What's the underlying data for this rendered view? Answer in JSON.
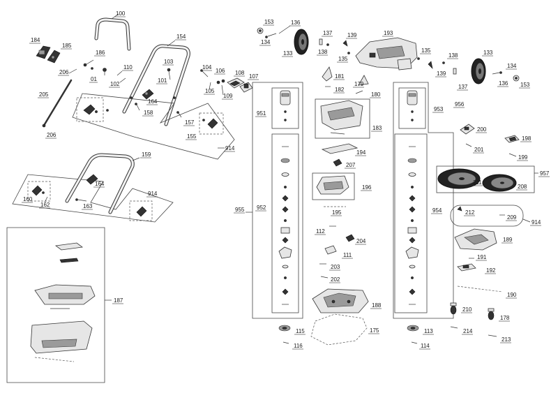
{
  "callouts": {
    "p100": "100",
    "p184": "184",
    "p185": "185",
    "p186": "186",
    "p206a": "206",
    "p01": "01",
    "p110": "110",
    "p102": "102",
    "p154": "154",
    "p103": "103",
    "p101": "101",
    "p104": "104",
    "p105": "105",
    "p106": "106",
    "p109": "109",
    "p108": "108",
    "p107": "107",
    "p205": "205",
    "p206b": "206",
    "p164a": "164",
    "p158": "158",
    "p157": "157",
    "p155": "155",
    "p914a": "914",
    "p159": "159",
    "p164b": "164",
    "p160": "160",
    "p162": "162",
    "p163": "163",
    "p914b": "914",
    "p187": "187",
    "p153a": "153",
    "p136a": "136",
    "p134a": "134",
    "p133a": "133",
    "p137a": "137",
    "p138a": "138",
    "p139a": "139",
    "p135a": "135",
    "p193": "193",
    "p181": "181",
    "p182": "182",
    "p179": "179",
    "p180": "180",
    "p951": "951",
    "p183": "183",
    "p194": "194",
    "p207": "207",
    "p196": "196",
    "p952": "952",
    "p955": "955",
    "p195": "195",
    "p112": "112",
    "p204": "204",
    "p111": "111",
    "p203": "203",
    "p202": "202",
    "p188": "188",
    "p175": "175",
    "p115": "115",
    "p116": "116",
    "p135b": "135",
    "p138b": "138",
    "p139b": "139",
    "p133b": "133",
    "p134b": "134",
    "p136b": "136",
    "p153b": "153",
    "p137b": "137",
    "p953": "953",
    "p956": "956",
    "p200": "200",
    "p198": "198",
    "p201": "201",
    "p199": "199",
    "p957": "957",
    "p211": "211",
    "p208": "208",
    "p954": "954",
    "p212": "212",
    "p209": "209",
    "p914c": "914",
    "p189": "189",
    "p191": "191",
    "p192": "192",
    "p190": "190",
    "p210": "210",
    "p178": "178",
    "p214": "214",
    "p213": "213",
    "p113": "113",
    "p114": "114"
  }
}
